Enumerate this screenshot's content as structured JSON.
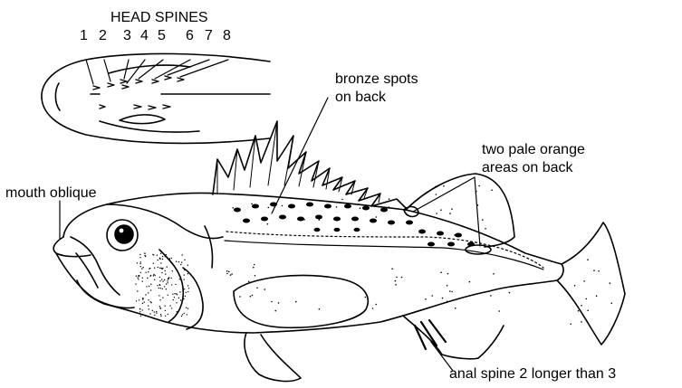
{
  "diagram": {
    "head_spines": {
      "title": "HEAD SPINES",
      "numbers": [
        "1",
        "2",
        "3",
        "4",
        "5",
        "6",
        "7",
        "8"
      ]
    },
    "labels": {
      "bronze_spots": [
        "bronze spots",
        "on back"
      ],
      "pale_orange": [
        "two pale orange",
        "areas on back"
      ],
      "mouth": "mouth oblique",
      "anal_spine": "anal spine 2 longer than 3"
    }
  }
}
